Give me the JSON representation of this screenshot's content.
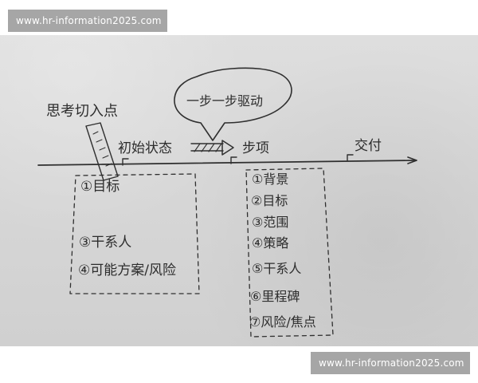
{
  "watermark": {
    "text": "www.hr-information2025.com"
  },
  "diagram": {
    "bubble_text": "一步一步驱动",
    "entry_label": "思考切入点",
    "initial_state_label": "初始状态",
    "milestone_label": "步项",
    "delivery_label": "交付",
    "left_box": {
      "item_1": "①目标",
      "item_2": "③干系人",
      "item_3": "④可能方案/风险"
    },
    "right_box": {
      "items": [
        "①背景",
        "②目标",
        "③范围",
        "④策略",
        "⑤干系人",
        "⑥里程碑",
        "⑦风险/焦点"
      ]
    },
    "colors": {
      "ink": "#2f2f2f",
      "paper": "#d8d8d8",
      "watermark_bg": "#969696",
      "watermark_text": "#ffffff"
    }
  }
}
